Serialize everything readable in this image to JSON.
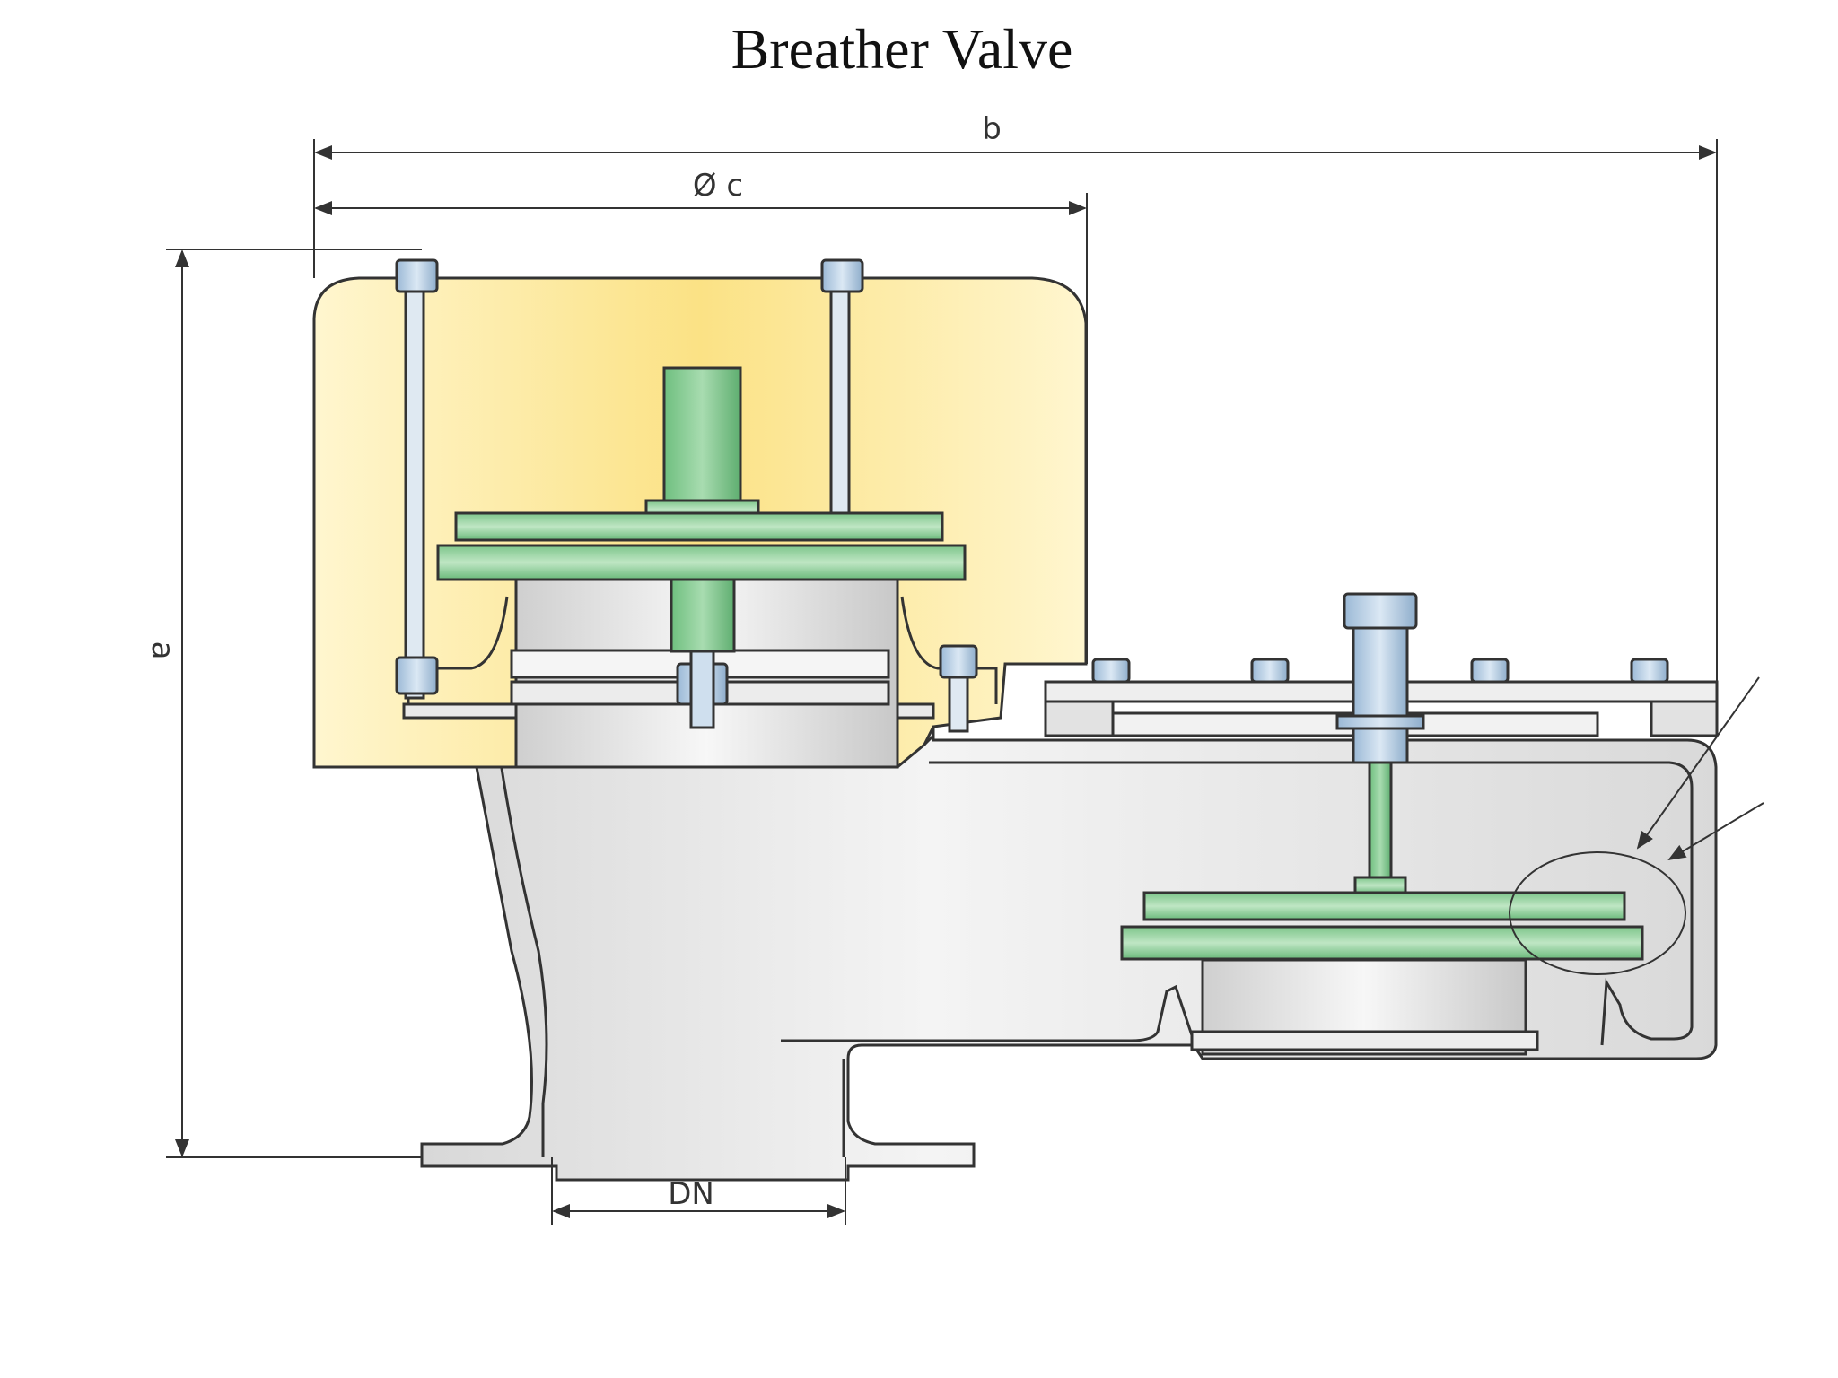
{
  "title": "Breather Valve",
  "dimensions": {
    "overall_width": "b",
    "hood_diameter": "Ø c",
    "height": "a",
    "nominal_diameter": "DN"
  },
  "colors": {
    "hood": "#fbe79a",
    "body": "#e6e6e6",
    "disc": "#8fcf93",
    "bolt": "#a9c6e0",
    "outline": "#333333"
  }
}
